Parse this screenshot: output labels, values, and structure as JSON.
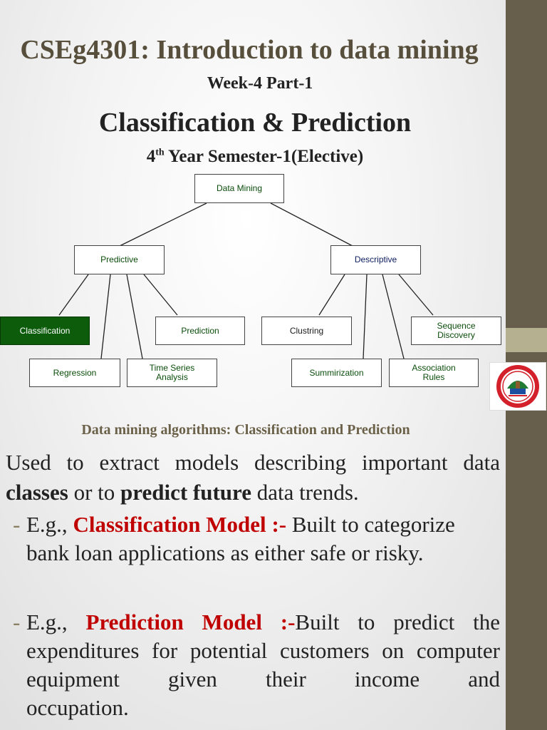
{
  "slide": {
    "course_title": "CSEg4301: Introduction to data mining",
    "week": "Week-4 Part-1",
    "topic": "Classification & Prediction",
    "year_prefix": "4",
    "year_sup": "th",
    "year_rest": " Year Semester-1(Elective)"
  },
  "diagram": {
    "root": "Data Mining",
    "predictive": "Predictive",
    "descriptive": "Descriptive",
    "classification": "Classification",
    "prediction": "Prediction",
    "regression": "Regression",
    "time_series_1": "Time Series",
    "time_series_2": "Analysis",
    "clustring": "Clustring",
    "sequence_1": "Sequence",
    "sequence_2": "Discovery",
    "summirization": "Summirization",
    "association_1": "Association",
    "association_2": "Rules"
  },
  "content": {
    "caption": "Data mining algorithms: Classification and Prediction",
    "intro_1": "Used to extract models describing important data ",
    "intro_classes": "classes",
    "intro_2": " or to ",
    "intro_predict": "predict future",
    "intro_3": " data trends.",
    "bullet1_prefix": "E.g., ",
    "bullet1_term": "Classification Model",
    "bullet1_sep": " :-",
    "bullet1_rest": " Built to categorize bank loan applications as either safe or risky.",
    "bullet2_prefix": "E.g., ",
    "bullet2_term": "Prediction Model :-",
    "bullet2_rest": "Built to predict the expenditures for potential customers on computer equipment given their income and",
    "bullet2_last": "occupation."
  },
  "colors": {
    "sidebar": "#675f4b",
    "sidebar_band": "#b5b08f",
    "title": "#574f3b",
    "highlight_red": "#c00000",
    "node_green": "#0c5c0c"
  },
  "icons": {
    "logo": "university-seal-icon"
  }
}
